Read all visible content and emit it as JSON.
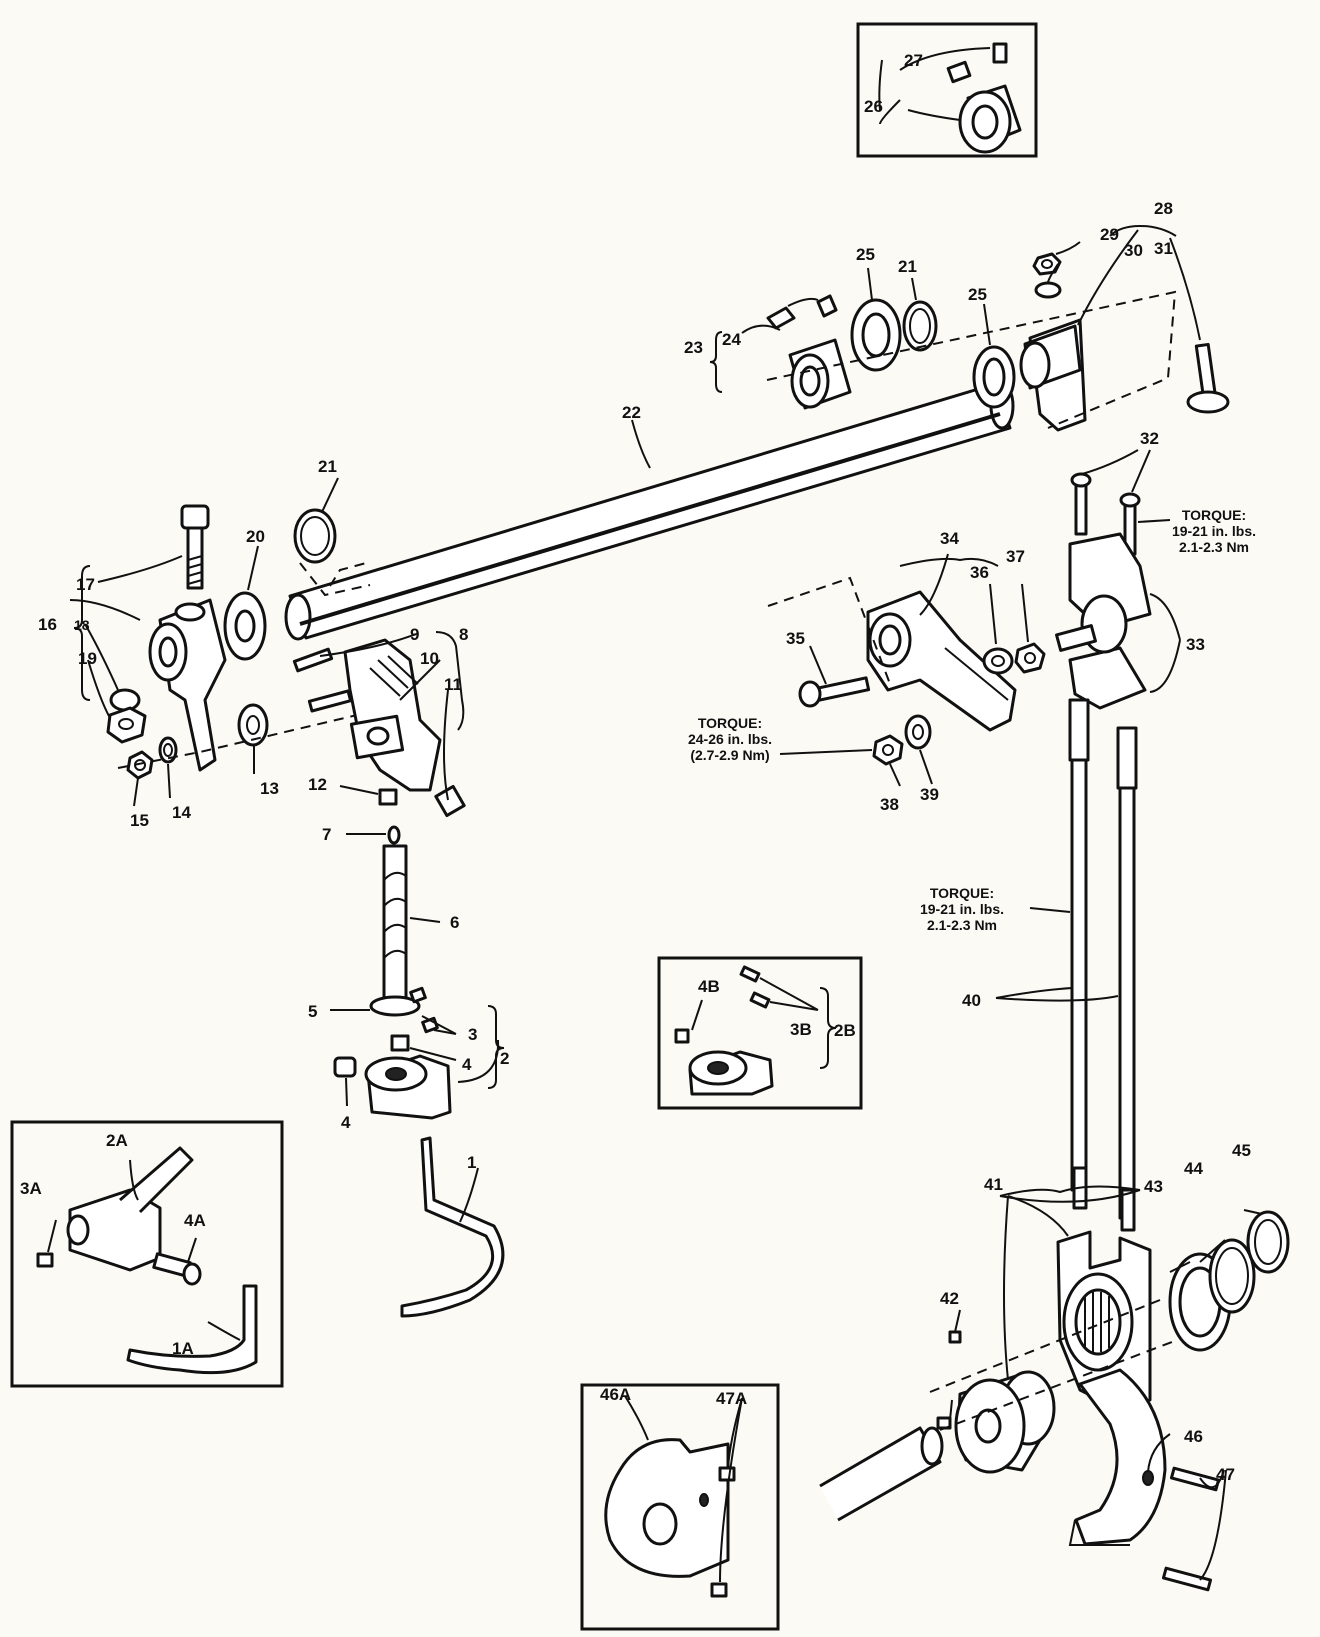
{
  "labels": {
    "l1": "1",
    "l1A": "1A",
    "l2": "2",
    "l2A": "2A",
    "l2B": "2B",
    "l3": "3",
    "l3A": "3A",
    "l3B": "3B",
    "l4a": "4",
    "l4b": "4",
    "l4A": "4A",
    "l4B": "4B",
    "l5": "5",
    "l6": "6",
    "l7": "7",
    "l8": "8",
    "l9": "9",
    "l10": "10",
    "l11": "11",
    "l12": "12",
    "l13": "13",
    "l14": "14",
    "l15": "15",
    "l16": "16",
    "l17": "17",
    "l18": "18",
    "l19": "19",
    "l20": "20",
    "l21a": "21",
    "l21b": "21",
    "l22": "22",
    "l23": "23",
    "l24": "24",
    "l25a": "25",
    "l25b": "25",
    "l26": "26",
    "l27": "27",
    "l28": "28",
    "l29": "29",
    "l30": "30",
    "l31": "31",
    "l32": "32",
    "l33": "33",
    "l34": "34",
    "l35": "35",
    "l36": "36",
    "l37": "37",
    "l38": "38",
    "l39": "39",
    "l40": "40",
    "l41": "41",
    "l42": "42",
    "l43": "43",
    "l44": "44",
    "l45": "45",
    "l46": "46",
    "l46A": "46A",
    "l47": "47",
    "l47A": "47A"
  },
  "torque_notes": {
    "t1": {
      "line1": "TORQUE:",
      "line2": "19-21 in. lbs.",
      "line3": "2.1-2.3 Nm"
    },
    "t2": {
      "line1": "TORQUE:",
      "line2": "24-26 in. lbs.",
      "line3": "(2.7-2.9 Nm)"
    },
    "t3": {
      "line1": "TORQUE:",
      "line2": "19-21 in. lbs.",
      "line3": "2.1-2.3 Nm"
    }
  }
}
